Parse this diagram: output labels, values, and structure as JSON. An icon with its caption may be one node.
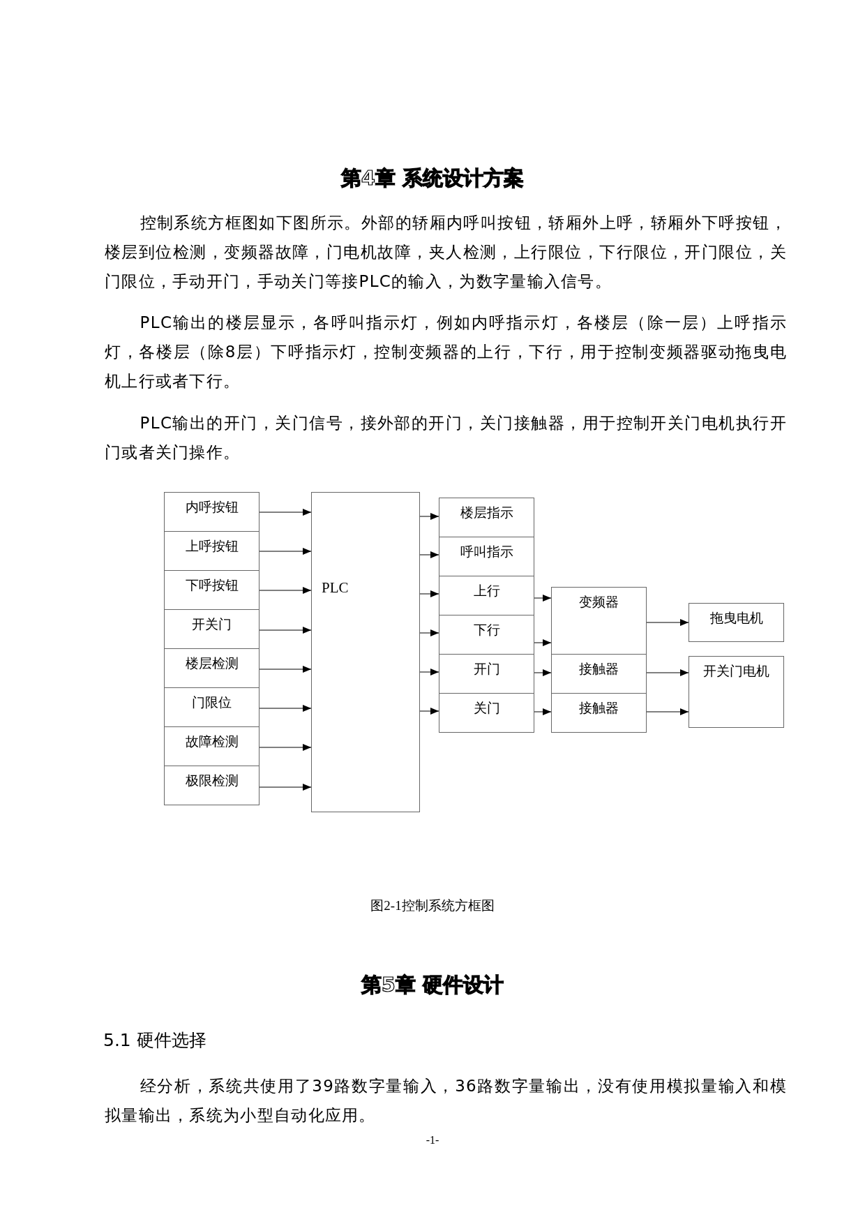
{
  "diagram": {
    "title": "第4章 系统设计方案",
    "caption": "图2-1控制系统方框图",
    "nodes": [
      {
        "text": [
          "内呼按钮"
        ]
      },
      {
        "text": [
          "上呼按钮"
        ]
      },
      {
        "text": [
          "下呼按钮"
        ]
      },
      {
        "text": [
          "开关门"
        ]
      },
      {
        "text": [
          "楼层检测"
        ]
      },
      {
        "text": [
          "门限位"
        ]
      },
      {
        "text": [
          "故障检测"
        ]
      },
      {
        "text": [
          "极限检测"
        ]
      },
      {
        "text": [
          "PLC"
        ]
      },
      {
        "text": [
          "楼层指示"
        ]
      },
      {
        "text": [
          "呼叫指示"
        ]
      },
      {
        "text": [
          "上行"
        ]
      },
      {
        "text": [
          "下行"
        ]
      },
      {
        "text": [
          "开门"
        ]
      },
      {
        "text": [
          "关门"
        ]
      },
      {
        "text": [
          "变频器"
        ]
      },
      {
        "text": [
          "接触器"
        ]
      },
      {
        "text": [
          "接触器"
        ]
      },
      {
        "text": [
          "拖曳电机"
        ]
      },
      {
        "text": [
          "开关门电机"
        ]
      }
    ],
    "edges": [
      {
        "from": 0,
        "to": 8,
        "arrow": "to"
      },
      {
        "from": 1,
        "to": 8,
        "arrow": "to"
      },
      {
        "from": 2,
        "to": 8,
        "arrow": "to"
      },
      {
        "from": 3,
        "to": 8,
        "arrow": "to"
      },
      {
        "from": 4,
        "to": 8,
        "arrow": "to"
      },
      {
        "from": 5,
        "to": 8,
        "arrow": "to"
      },
      {
        "from": 6,
        "to": 8,
        "arrow": "to"
      },
      {
        "from": 7,
        "to": 8,
        "arrow": "to"
      },
      {
        "from": 8,
        "to": 9,
        "arrow": "to"
      },
      {
        "from": 8,
        "to": 10,
        "arrow": "to"
      },
      {
        "from": 8,
        "to": 11,
        "arrow": "to"
      },
      {
        "from": 8,
        "to": 12,
        "arrow": "to"
      },
      {
        "from": 8,
        "to": 13,
        "arrow": "to"
      },
      {
        "from": 8,
        "to": 14,
        "arrow": "to"
      },
      {
        "from": 11,
        "to": 15,
        "arrow": "to"
      },
      {
        "from": 12,
        "to": 15,
        "arrow": "to"
      },
      {
        "from": 13,
        "to": 16,
        "arrow": "to"
      },
      {
        "from": 14,
        "to": 17,
        "arrow": "to"
      },
      {
        "from": 15,
        "to": 18,
        "arrow": "to"
      },
      {
        "from": 16,
        "to": 19,
        "arrow": "to"
      },
      {
        "from": 17,
        "to": 19,
        "arrow": "to"
      }
    ],
    "labels": [
      "控制系统方框图如下图所示。外部的轿厢内呼叫按钮，轿厢外上呼，轿厢外下呼按钮，楼层到位检测，变频器故障，门电机故障，夹人检测，上行限位，下行限位，开门限位，关门限位，手动开门，手动关门等接PLC的输入，为数字量输入信号。",
      "PLC输出的楼层显示，各呼叫指示灯，例如内呼指示灯，各楼层（除一层）上呼指示灯，各楼层（除8层）下呼指示灯，控制变频器的上行，下行，用于控制变频器驱动拖曳电机上行或者下行。",
      "PLC输出的开门，关门信号，接外部的开门，关门接触器，用于控制开关门电机执行开门或者关门操作。",
      "第5章 硬件设计",
      "5.1 硬件选择",
      "经分析，系统共使用了39路数字量输入，36路数字量输出，没有使用模拟量输入和模拟量输出，系统为小型自动化应用。",
      "-1-"
    ]
  }
}
